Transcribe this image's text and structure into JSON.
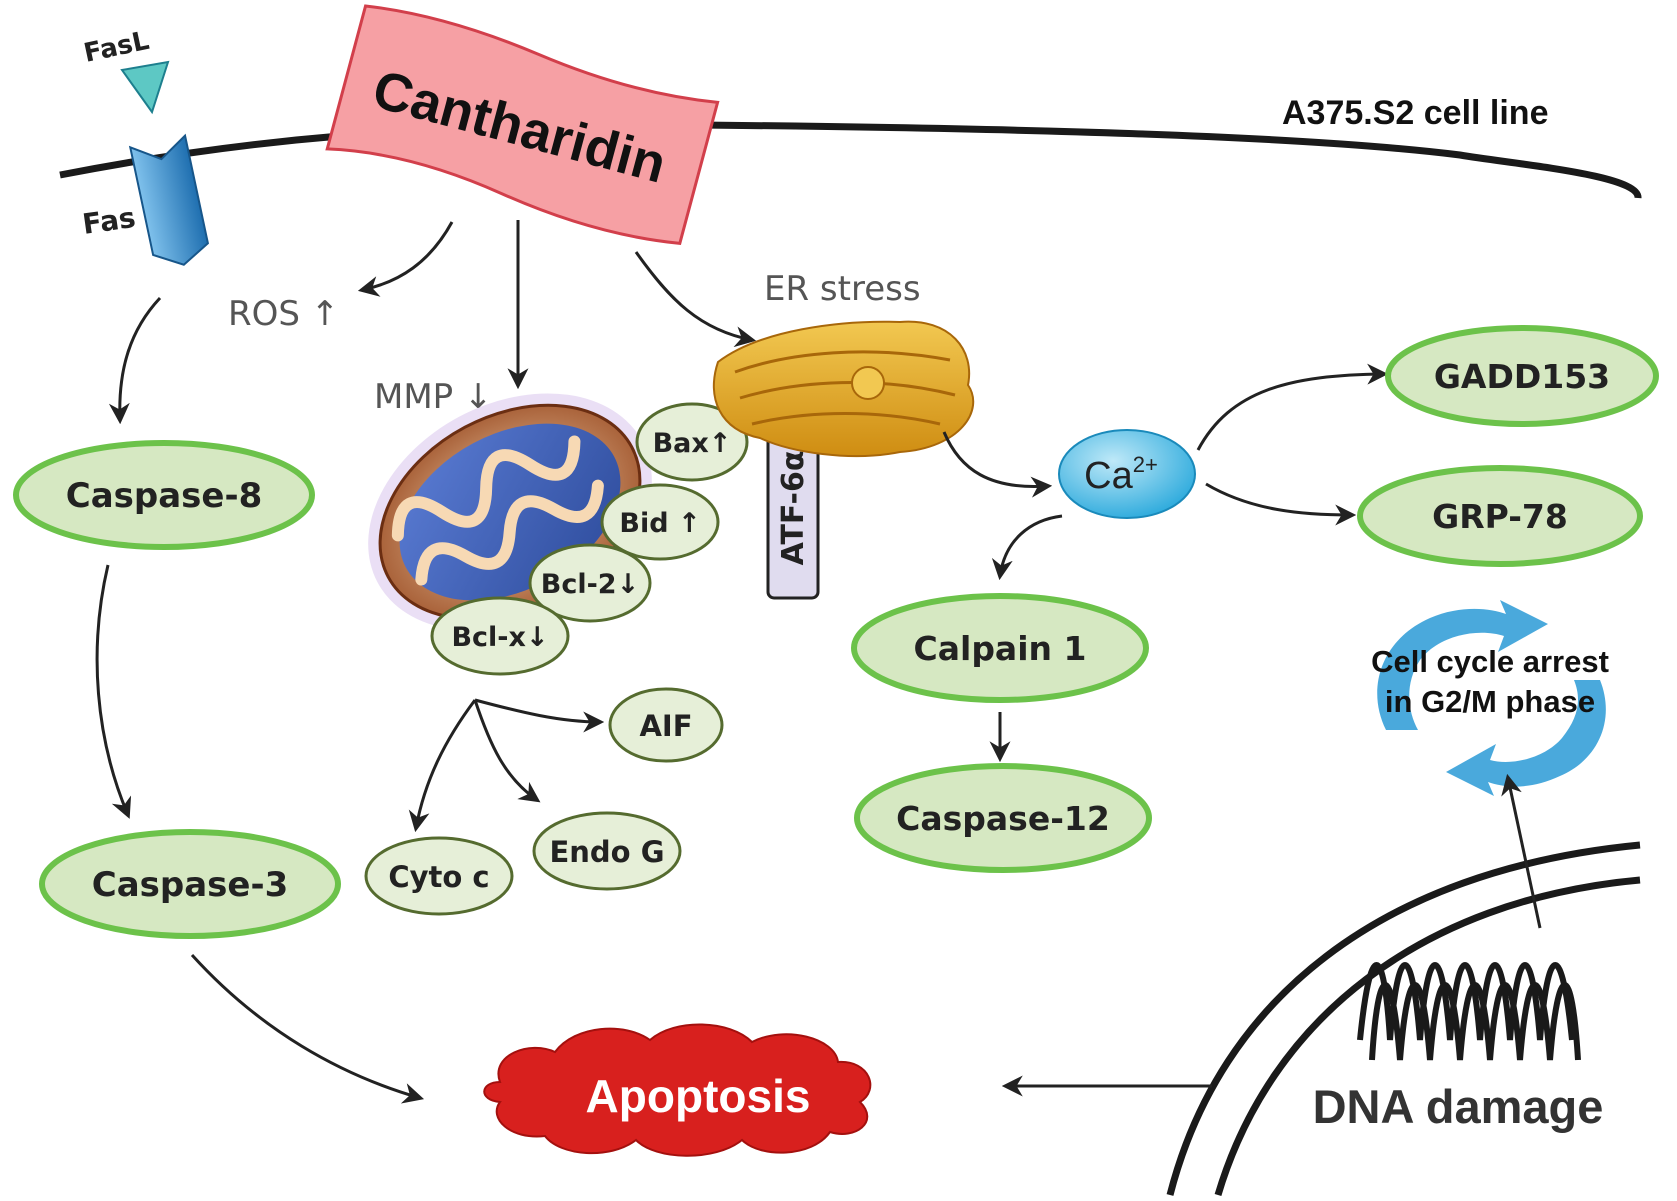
{
  "title": "A375.S2 cell line",
  "drug": "Cantharidin",
  "receptor": {
    "ligand": "FasL",
    "receptor": "Fas"
  },
  "signals": {
    "ros": "ROS ↑",
    "mmp": "MMP ↓",
    "er_stress": "ER stress"
  },
  "caspase_pathway": {
    "caspase8": "Caspase-8",
    "caspase3": "Caspase-3"
  },
  "mitochondria_proteins": {
    "bax": "Bax↑",
    "bid": "Bid ↑",
    "bcl2": "Bcl-2↓",
    "bclx": "Bcl-x↓"
  },
  "atf": "ATF-6α",
  "released_factors": {
    "aif": "AIF",
    "endog": "Endo G",
    "cytoc": "Cyto c"
  },
  "calcium": {
    "base": "Ca",
    "superscript": "2+"
  },
  "er_targets": {
    "gadd153": "GADD153",
    "grp78": "GRP-78",
    "calpain1": "Calpain 1",
    "caspase12": "Caspase-12"
  },
  "cell_cycle": {
    "line1": "Cell cycle arrest",
    "line2": "in G2/M phase"
  },
  "dna": "DNA damage",
  "outcome": "Apoptosis",
  "colors": {
    "node_fill": "#d6e8c2",
    "node_stroke": "#6cc24a",
    "small_node_fill": "#e6efd8",
    "small_node_stroke": "#556b2f",
    "drug_fill": "#f6a0a4",
    "drug_stroke": "#d23f4b",
    "apoptosis": "#d8201e",
    "calcium": "#3fb6e3",
    "er": "#e3a51a",
    "receptor": "#2f8fcf",
    "atf_fill": "#e0dcef",
    "cycle": "#2a9ad6"
  }
}
